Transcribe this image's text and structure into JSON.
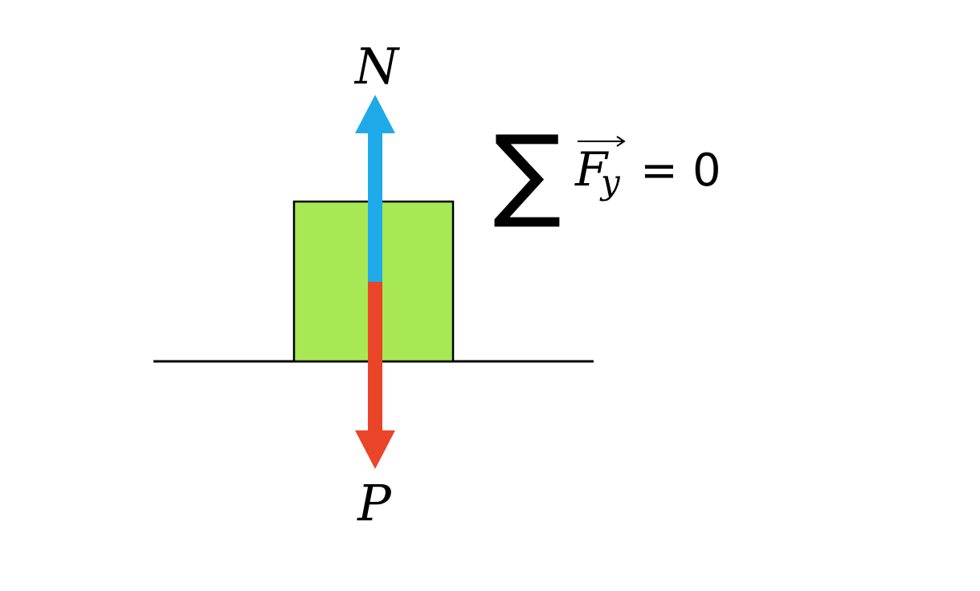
{
  "diagram": {
    "labels": {
      "normal_force": "N",
      "weight_force": "P"
    },
    "equation": {
      "sum_symbol": "∑",
      "vector": "F",
      "subscript": "y",
      "equals": "=",
      "rhs": "0"
    },
    "colors": {
      "block_fill": "#a7e854",
      "normal_arrow": "#1eaae8",
      "weight_arrow": "#ea4429",
      "ground_line": "#000000",
      "background": "#ffffff"
    }
  }
}
